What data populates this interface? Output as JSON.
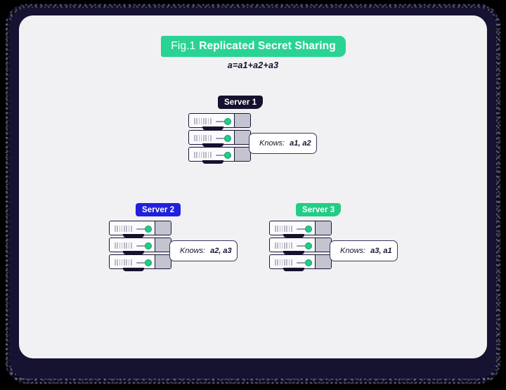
{
  "figure": {
    "title_prefix": "Fig.1",
    "title_main": "Replicated Secret Sharing",
    "equation": "a=a1+a2+a3",
    "banner_color": "#2ad393",
    "card_background": "#f1f1f3",
    "frame_color": "#161232"
  },
  "knows_label": "Knows:",
  "servers": [
    {
      "name": "Server 1",
      "badge_color": "#15112e",
      "badge_style": "dark",
      "knows_label": "Knows:",
      "knows_value": "a1, a2",
      "units": 3,
      "led_color": "#22cd86"
    },
    {
      "name": "Server 2",
      "badge_color": "#2020dd",
      "badge_style": "blue",
      "knows_label": "Knows:",
      "knows_value": "a2, a3",
      "units": 3,
      "led_color": "#22cd86"
    },
    {
      "name": "Server 3",
      "badge_color": "#22cd86",
      "badge_style": "green",
      "knows_label": "Knows:",
      "knows_value": "a3, a1",
      "units": 3,
      "led_color": "#22cd86"
    }
  ]
}
